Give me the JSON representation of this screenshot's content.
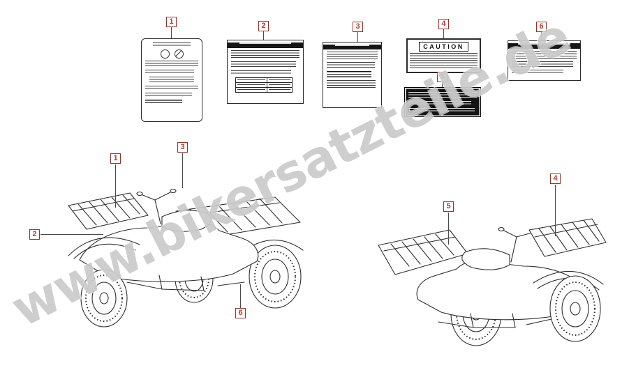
{
  "diagram": {
    "watermark_text": "www.bikersatzteile.de",
    "label4_title": "CAUTION",
    "top_callouts": [
      "1",
      "2",
      "3",
      "4",
      "5",
      "6"
    ],
    "left_vehicle_callouts": [
      "1",
      "3",
      "2",
      "6"
    ],
    "right_vehicle_callouts": [
      "5",
      "4"
    ]
  }
}
